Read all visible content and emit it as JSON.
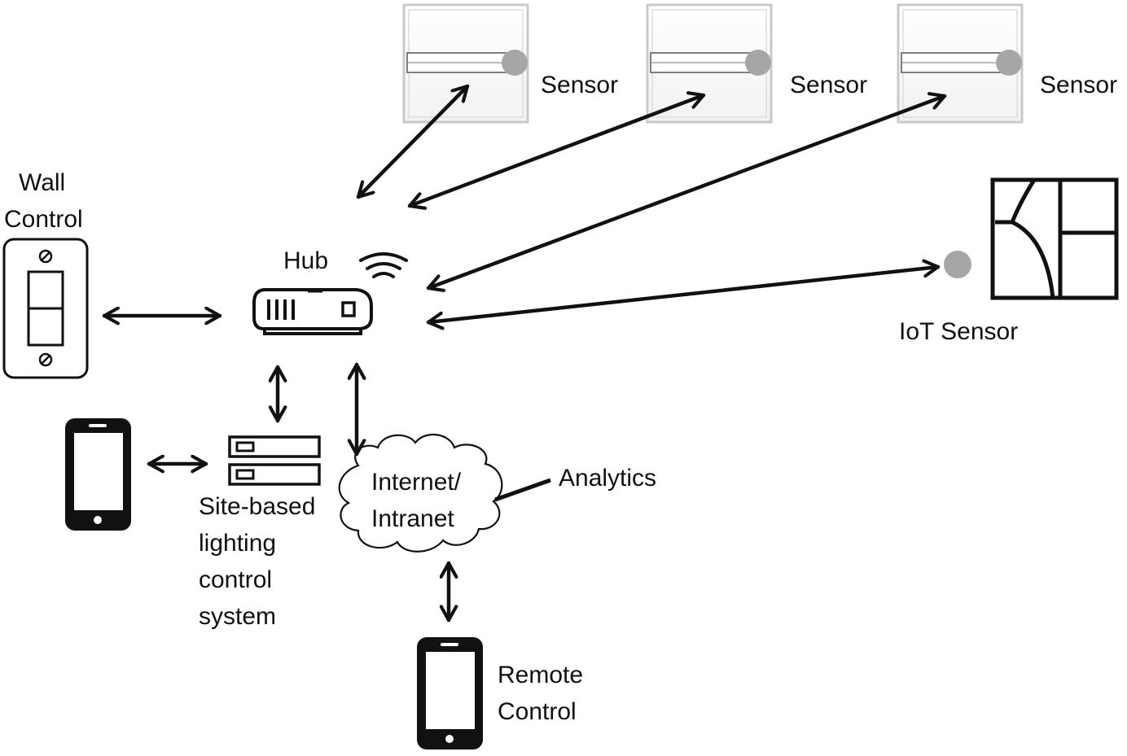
{
  "labels": {
    "sensor_1": "Sensor",
    "sensor_2": "Sensor",
    "sensor_3": "Sensor",
    "wall_control": [
      "Wall",
      "Control"
    ],
    "hub": "Hub",
    "iot_sensor": "IoT Sensor",
    "site_system": [
      "Site-based",
      "lighting",
      "control",
      "system"
    ],
    "cloud": [
      "Internet/",
      "Intranet"
    ],
    "analytics": "Analytics",
    "remote_control": [
      "Remote",
      "Control"
    ]
  },
  "colors": {
    "stroke": "#111111",
    "sensor_dot": "#a6a6a6",
    "sensor_frame": "#c9c9c9"
  }
}
